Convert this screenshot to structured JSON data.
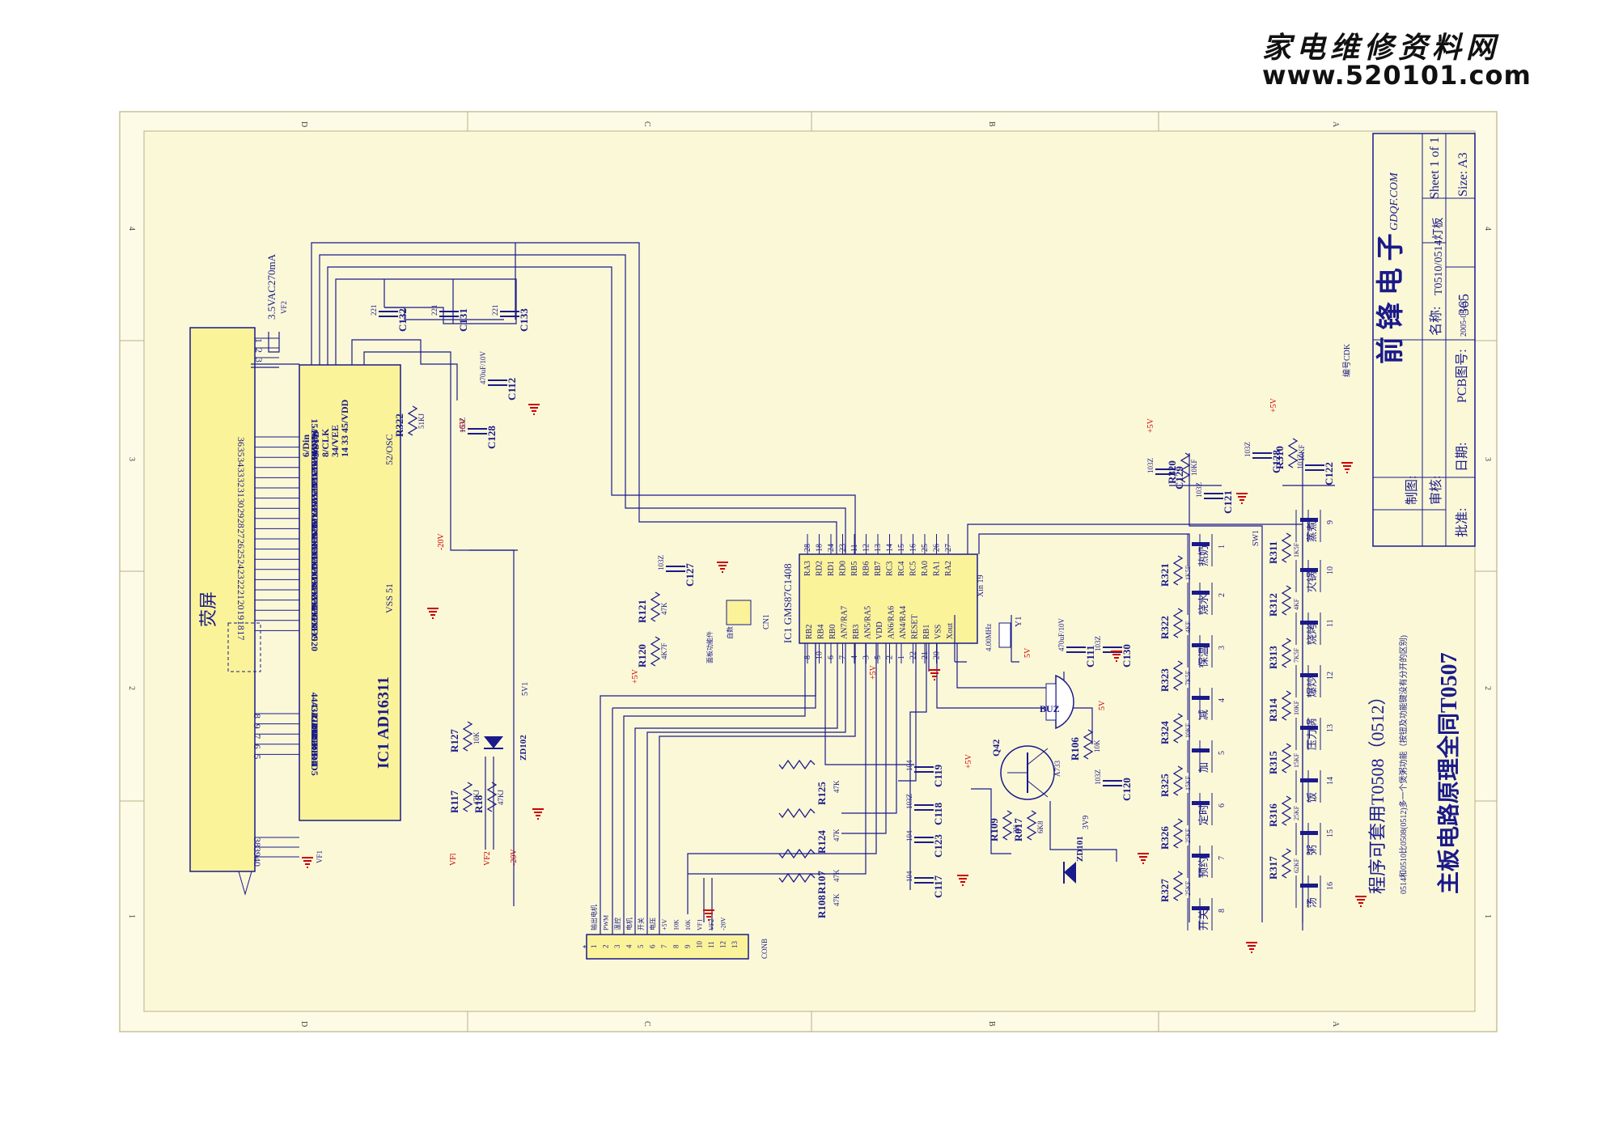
{
  "watermark": {
    "line1": "家电维修资料网",
    "line2": "www.520101.com"
  },
  "frame_labels": {
    "columns": [
      "D",
      "C",
      "B",
      "A"
    ],
    "rows": [
      "4",
      "3",
      "2",
      "1"
    ]
  },
  "title_block": {
    "company": "前 锋 电 子",
    "company_url": "GDQF.COM",
    "sheet": "Sheet 1 of 1",
    "size": "Size: A3",
    "name_label": "名称:",
    "name_value": "T0510/0514灯板",
    "pcb_label": "PCB图号:",
    "pcb_value": "365",
    "date_label": "日期:",
    "date_value": "2005-05-20",
    "drawn_label": "制图:",
    "check_label": "审核:",
    "approve_label": "批准:",
    "code_note": "编号CDK"
  },
  "notes": {
    "program": "程序可套用T0508（0512）",
    "program_sub": "0514和0510比0508(0512)多一个煲粥功能（按钮及功能键没有分开的区别)",
    "title": "主板电路原理全同T0507"
  },
  "display": {
    "label": "荧屏",
    "vf": "3.5VAC270mA",
    "vf_net": "VF2",
    "vf1": "VF1"
  },
  "ic1": {
    "name": "IC1  AD16311",
    "top_pins": [
      "6/Din",
      "9/STB",
      "8/CLK",
      "34/VEE",
      "14 33 45/VDD"
    ],
    "osc": "52/OSC",
    "vss": "VSS 51",
    "seg_pins": [
      "15/SEG1",
      "16/SEG2",
      "17/SEG3",
      "18/SEG4",
      "19/SEG5",
      "20/SEG6",
      "21/SEG7",
      "22/SEG8",
      "23/SEG9",
      "24/SEG10",
      "25/SEG11",
      "26/SEG12",
      "27/SEG13",
      "28/SEG14",
      "29/SEG15",
      "30/SEG16",
      "31/SEG17",
      "32/SEG18",
      "35/SEG19",
      "36/SEG20"
    ],
    "grid_pins": [
      "44/GRID1",
      "43/GRID2",
      "42/GRID3",
      "41/GRID4",
      "40/GRID5"
    ]
  },
  "display_pins": {
    "top": [
      "1",
      "2",
      "3"
    ],
    "seg": [
      "36",
      "35",
      "34",
      "33",
      "32",
      "31",
      "30",
      "29",
      "28",
      "27",
      "26",
      "25",
      "24",
      "23",
      "22",
      "21",
      "20",
      "19",
      "18",
      "17"
    ],
    "grid": [
      "8",
      "9",
      "7",
      "6",
      "5"
    ],
    "bottom": [
      "38",
      "39",
      "40"
    ]
  },
  "mcu": {
    "name": "IC1 GMS87C1408",
    "top_nums": [
      "28",
      "18",
      "24",
      "23",
      "11",
      "12",
      "13",
      "14",
      "15",
      "16",
      "25",
      "26",
      "27"
    ],
    "top_pins": [
      "RA3",
      "RD2",
      "RD1",
      "RD0",
      "RB5",
      "RB6",
      "RB7",
      "RC3",
      "RC4",
      "RC5",
      "RA0",
      "RA1",
      "RA2"
    ],
    "bottom_nums": [
      "8",
      "10",
      "6",
      "7",
      "4",
      "3",
      "5",
      "2",
      "1",
      "22",
      "21",
      "20"
    ],
    "bottom_pins": [
      "RB2",
      "RB4",
      "RB0",
      "AN7/RA7",
      "RB3",
      "AN5/RA5",
      "VDD",
      "AN6/RA6",
      "AN4/RA4",
      "RESET",
      "RB1",
      "VSS",
      "Xout"
    ],
    "xin": "Xin 19"
  },
  "caps": [
    {
      "ref": "C132",
      "val": "221"
    },
    {
      "ref": "C131",
      "val": "221"
    },
    {
      "ref": "C133",
      "val": "221"
    },
    {
      "ref": "C112",
      "val": "470uF/10V"
    },
    {
      "ref": "C128",
      "val": "103Z"
    },
    {
      "ref": "C127",
      "val": "103Z"
    },
    {
      "ref": "C111",
      "val": "470uF/10V"
    },
    {
      "ref": "C130",
      "val": "103Z"
    },
    {
      "ref": "C119",
      "val": "104"
    },
    {
      "ref": "C118",
      "val": "103Z"
    },
    {
      "ref": "C123",
      "val": "104"
    },
    {
      "ref": "C117",
      "val": "104"
    },
    {
      "ref": "C120",
      "val": "103Z"
    },
    {
      "ref": "C129",
      "val": "103Z"
    },
    {
      "ref": "C121",
      "val": "103Z"
    },
    {
      "ref": "C128",
      "val": "103Z"
    },
    {
      "ref": "C122",
      "val": "103Z"
    }
  ],
  "resistors": [
    {
      "ref": "R322",
      "val": "51KJ"
    },
    {
      "ref": "R121",
      "val": "47K"
    },
    {
      "ref": "R120",
      "val": "4K7F"
    },
    {
      "ref": "R127",
      "val": "10K"
    },
    {
      "ref": "R117",
      "val": "47KJ"
    },
    {
      "ref": "R18",
      "val": "47KJ"
    },
    {
      "ref": "R125",
      "val": "47K"
    },
    {
      "ref": "R124",
      "val": "47K"
    },
    {
      "ref": "R107",
      "val": "47K"
    },
    {
      "ref": "R108",
      "val": "47K"
    },
    {
      "ref": "R109",
      "val": "2K"
    },
    {
      "ref": "R017",
      "val": "6K8"
    },
    {
      "ref": "R106",
      "val": "10K"
    },
    {
      "ref": "R320",
      "val": "10KF"
    },
    {
      "ref": "R310",
      "val": "10KF"
    }
  ],
  "misc": {
    "zd102": "ZD102",
    "zd102_val": "5V1",
    "zd101": "ZD101",
    "zd101_val": "3V9",
    "q42": "Q42",
    "q42_type": "A733",
    "y1": "Y1",
    "y1_val": "4.00MHz",
    "buz": "BUZ",
    "cn1": "CN1",
    "cn1_note": "面板功能件",
    "cn1_note2": "自数",
    "conb": "CONB",
    "sw1": "SW1",
    "p5v": "+5V",
    "m20v": "-20V",
    "vfl": "VFl",
    "vf2": "VF2",
    "n5v": "5V",
    "gnd_note": "5V"
  },
  "conb_labels": [
    "输出电机",
    "PWM",
    "温控",
    "电机",
    "开关",
    "电压",
    "+5V",
    "10K",
    "10K",
    "VF1",
    "VF2",
    "-20V",
    ""
  ],
  "conb_nums": [
    "1",
    "2",
    "3",
    "4",
    "5",
    "6",
    "7",
    "8",
    "9",
    "10",
    "11",
    "12",
    "13"
  ],
  "left_keys": [
    {
      "res": "R321",
      "val": "1K5F",
      "label": "烧水",
      "num": "2"
    },
    {
      "res": "R322",
      "val": "4KF",
      "label": "保温",
      "num": "3"
    },
    {
      "res": "R323",
      "val": "7K5F",
      "label": "减",
      "num": "4"
    },
    {
      "res": "R324",
      "val": "10KF",
      "label": "加",
      "num": "5"
    },
    {
      "res": "R325",
      "val": "15KF",
      "label": "定时",
      "num": "6"
    },
    {
      "res": "R326",
      "val": "25KF",
      "label": "预约",
      "num": "7"
    },
    {
      "res": "R327",
      "val": "25KF",
      "label": "开关",
      "num": "8"
    }
  ],
  "left_top_key": {
    "label": "热奶",
    "num": "1"
  },
  "right_keys": [
    {
      "res": "R311",
      "val": "1K5F",
      "label": "火锅",
      "num": "10"
    },
    {
      "res": "R312",
      "val": "4KF",
      "label": "烧烤",
      "num": "11"
    },
    {
      "res": "R313",
      "val": "7K5F",
      "label": "爆炒",
      "num": "12"
    },
    {
      "res": "R314",
      "val": "10KF",
      "label": "压力锅",
      "num": "13"
    },
    {
      "res": "R315",
      "val": "15KF",
      "label": "饭",
      "num": "14"
    },
    {
      "res": "R316",
      "val": "25KF",
      "label": "粥",
      "num": "15"
    },
    {
      "res": "R317",
      "val": "62KF",
      "label": "汤",
      "num": "16"
    }
  ],
  "right_top_key": {
    "label": "蒸煮",
    "num": "9"
  }
}
